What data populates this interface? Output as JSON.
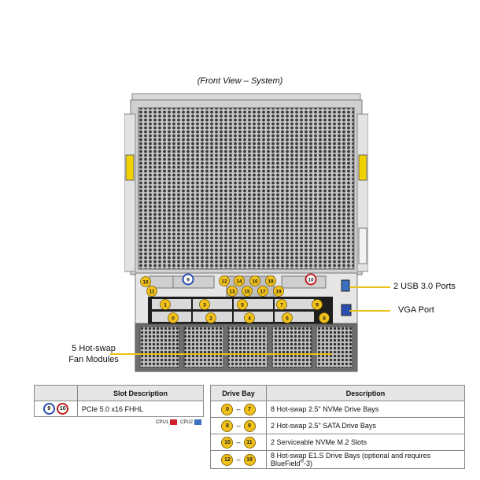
{
  "caption": "(Front View – System)",
  "callouts": {
    "usb": "2 USB 3.0 Ports",
    "vga": "VGA Port",
    "fans_line1": "5 Hot-swap",
    "fans_line2": "Fan Modules"
  },
  "slot_table": {
    "header_desc": "Slot Description",
    "rows": [
      {
        "badges": [
          "9",
          "10"
        ],
        "desc": "PCIe 5.0 x16 FHHL"
      }
    ],
    "legend": {
      "cpu1": "CPU1",
      "cpu2": "CPU2",
      "cpu1_color": "#d0202a",
      "cpu2_color": "#3a6fc4"
    }
  },
  "drive_table": {
    "header_bay": "Drive Bay",
    "header_desc": "Description",
    "rows": [
      {
        "from": "0",
        "to": "7",
        "desc": "8 Hot-swap 2.5\" NVMe Drive Bays"
      },
      {
        "from": "8",
        "to": "9",
        "desc": "2 Hot-swap 2.5\" SATA Drive Bays"
      },
      {
        "from": "10",
        "to": "11",
        "desc": "2 Serviceable NVMe M.2 Slots"
      },
      {
        "from": "12",
        "to": "19",
        "desc": "8 Hot-swap E1.S Drive Bays (optional and requires BlueField",
        "sup": "®",
        "tail": "-3)"
      }
    ]
  },
  "chassis_badges": {
    "m2": [
      "10",
      "11"
    ],
    "pcie": [
      "9",
      "10"
    ],
    "e1s": [
      "12",
      "14",
      "16",
      "18",
      "13",
      "15",
      "17",
      "19"
    ],
    "nvme": [
      "1",
      "3",
      "5",
      "7",
      "0",
      "2",
      "4",
      "6"
    ],
    "sata": [
      "9",
      "8"
    ]
  },
  "colors": {
    "badge_yellow": "#f2c21b",
    "pcie_cpu1": "#c41e1e",
    "pcie_cpu2": "#2b4fb0",
    "callout_line": "#e8c21a"
  }
}
